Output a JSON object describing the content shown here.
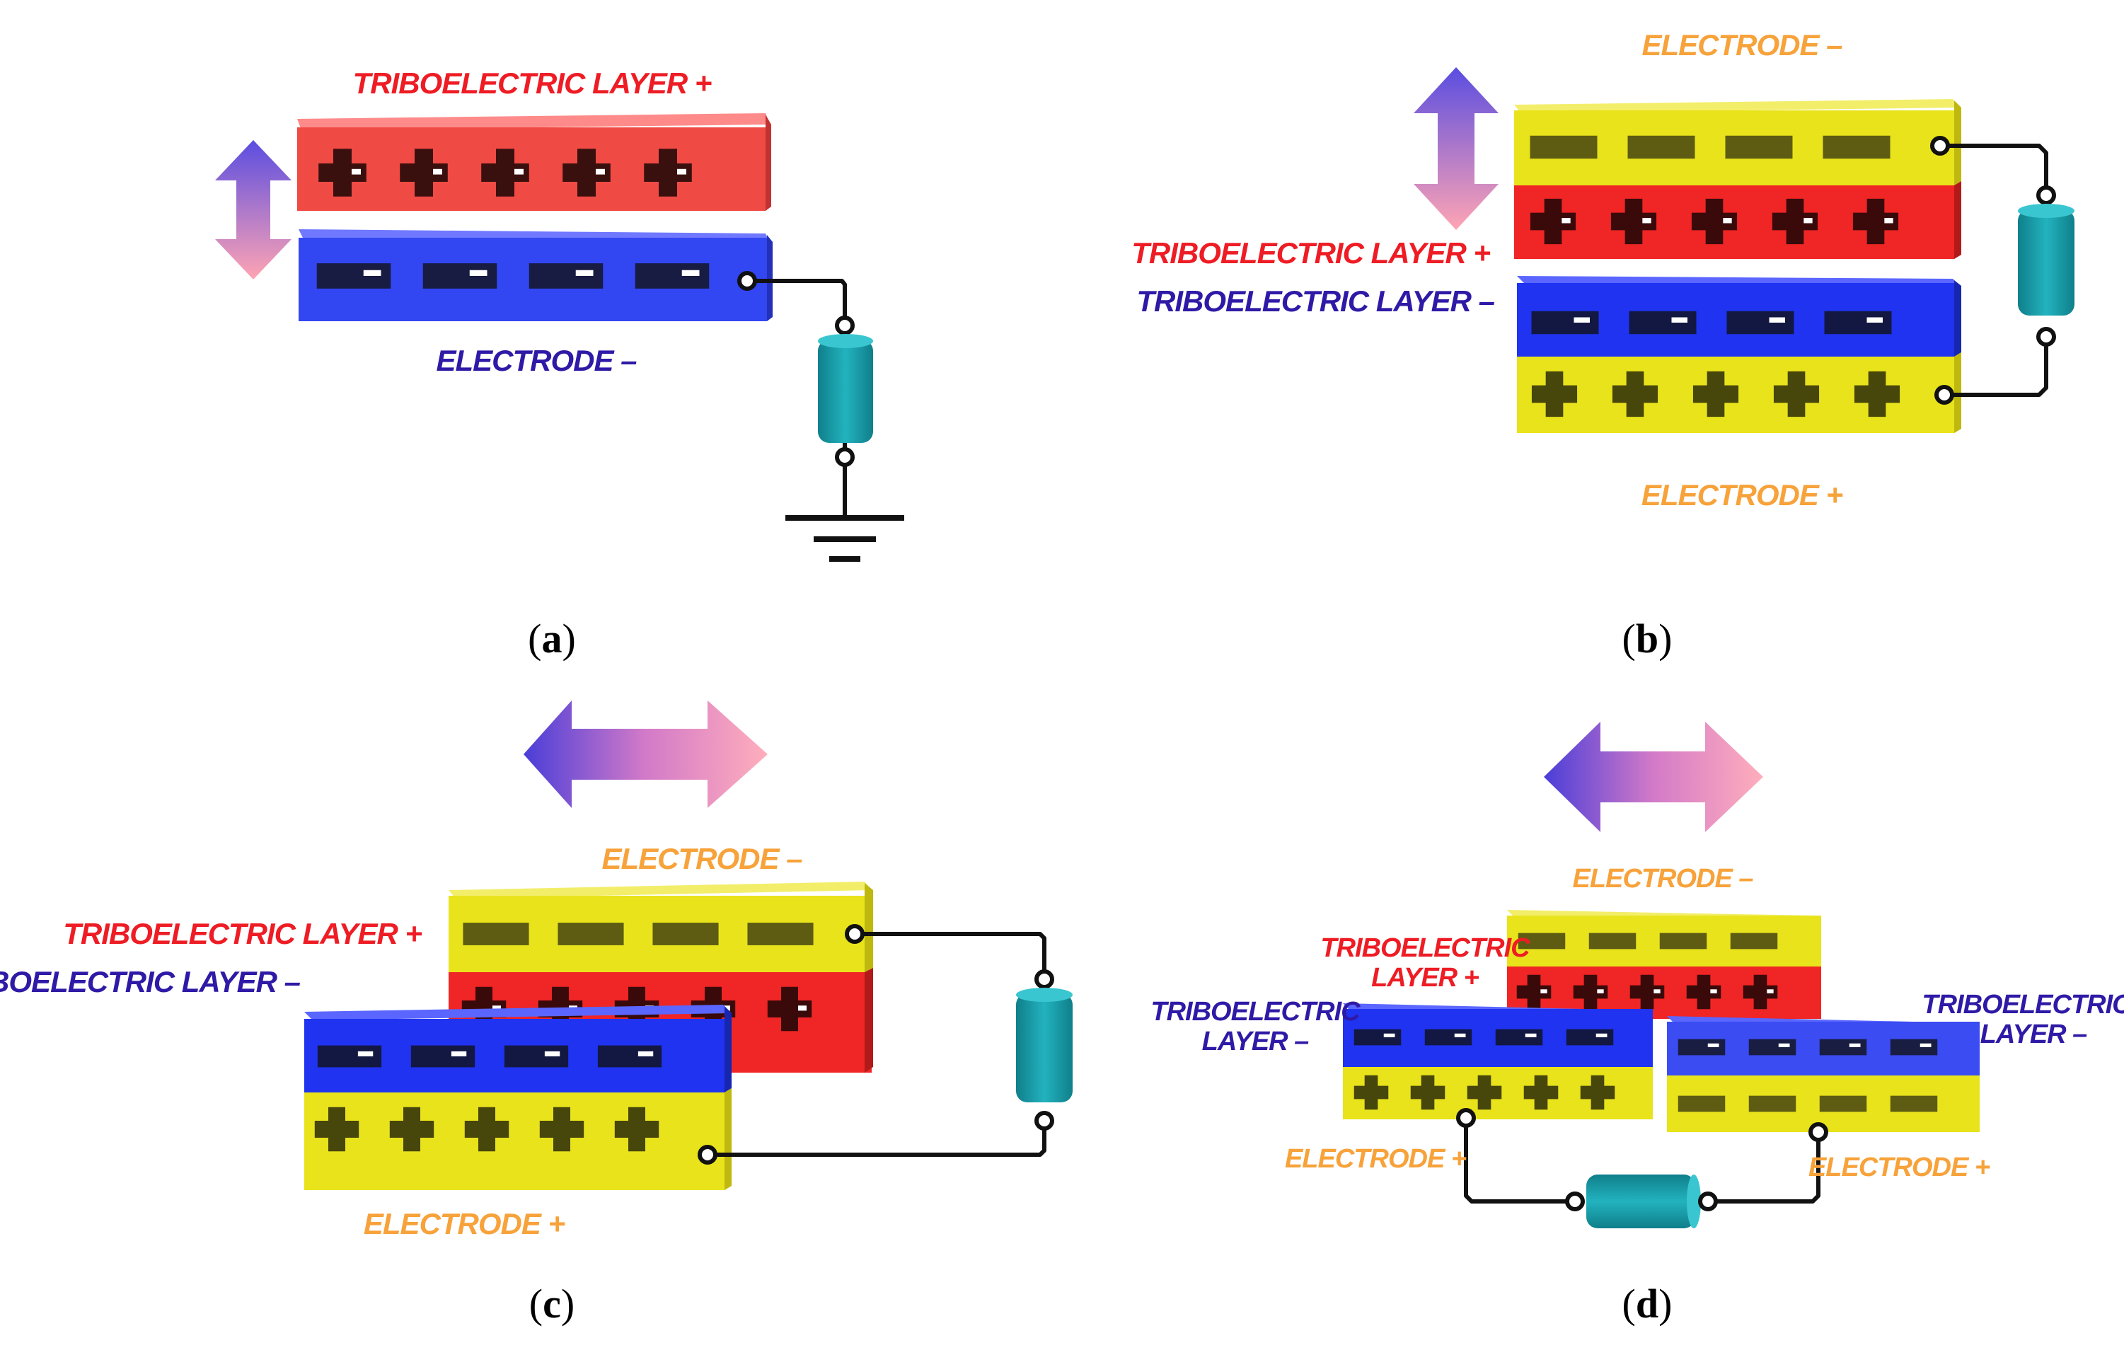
{
  "labels": {
    "trib_pos": "TRIBOELECTRIC LAYER +",
    "trib_neg": "TRIBOELECTRIC LAYER –",
    "electrode_neg": "ELECTRODE –",
    "electrode_pos": "ELECTRODE +",
    "trib_word": "TRIBOELECTRIC",
    "layer_pos": "LAYER +",
    "layer_neg": "LAYER –"
  },
  "captions": {
    "a": {
      "open": "(",
      "letter": "a",
      "close": ")"
    },
    "b": {
      "open": "(",
      "letter": "b",
      "close": ")"
    },
    "c": {
      "open": "(",
      "letter": "c",
      "close": ")"
    },
    "d": {
      "open": "(",
      "letter": "d",
      "close": ")"
    }
  },
  "colors": {
    "red_label": "#ee1c24",
    "blue_label": "#2e1aa6",
    "orange_label": "#f7a23a",
    "red_block": "#f02525",
    "blue_block": "#2f3df0",
    "yellow_block": "#e8e21a",
    "load": "#1a9aa6",
    "arrow_a": "#5a4de0",
    "arrow_b": "#ffa4b4"
  },
  "icons": [
    "double-arrow-icon",
    "load-resistor-icon",
    "ground-icon",
    "plus-slot-icon",
    "minus-slot-icon"
  ]
}
